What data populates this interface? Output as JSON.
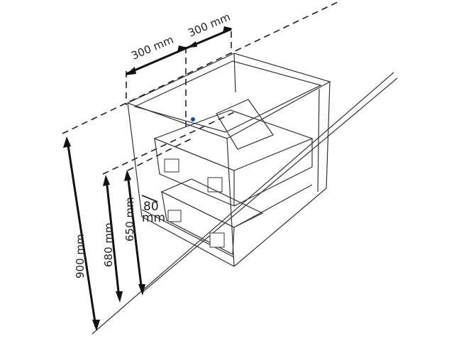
{
  "dimensions": {
    "width_left": "300 mm",
    "width_right": "300 mm",
    "height_total": "900 mm",
    "height_mid": "680 mm",
    "height_low": "650 mm",
    "plinth_value": "80",
    "plinth_unit": "mm"
  }
}
